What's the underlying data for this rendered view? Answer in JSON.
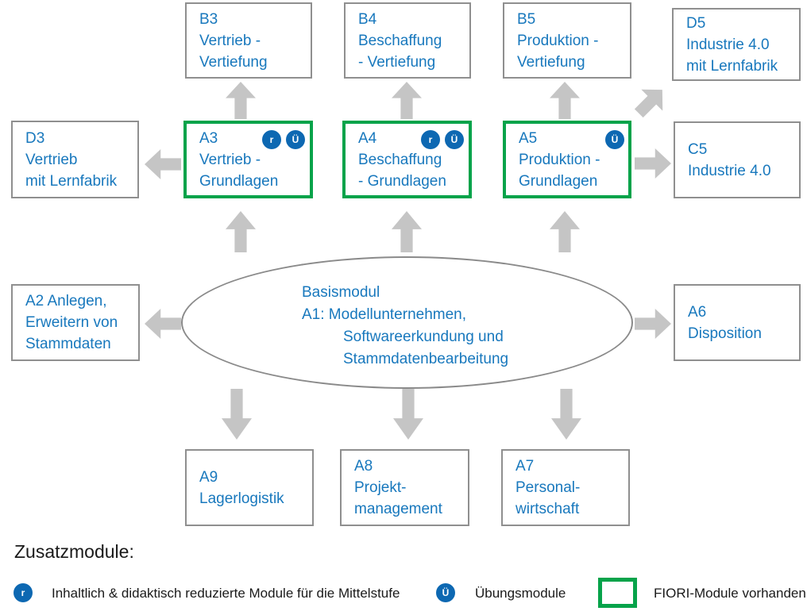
{
  "colors": {
    "module_text_blue": "#1878bd",
    "badge_blue": "#0d68b2",
    "fiori_green": "#07a34a",
    "box_border_gray": "#8f8f8f",
    "arrow_gray": "#c5c5c5",
    "legend_text_black": "#1a1a1a"
  },
  "modules": {
    "b3": {
      "lines": [
        "B3",
        "Vertrieb -",
        "Vertiefung"
      ]
    },
    "b4": {
      "lines": [
        "B4",
        "Beschaffung",
        "- Vertiefung"
      ]
    },
    "b5": {
      "lines": [
        "B5",
        "Produktion -",
        "Vertiefung"
      ]
    },
    "d5": {
      "lines": [
        "D5",
        "Industrie 4.0",
        "mit Lernfabrik"
      ]
    },
    "d3": {
      "lines": [
        "D3",
        "Vertrieb",
        "mit Lernfabrik"
      ]
    },
    "a3": {
      "lines": [
        "A3",
        "Vertrieb -",
        "Grundlagen"
      ],
      "badges": [
        "r",
        "Ü"
      ]
    },
    "a4": {
      "lines": [
        "A4",
        "Beschaffung",
        "- Grundlagen"
      ],
      "badges": [
        "r",
        "Ü"
      ]
    },
    "a5": {
      "lines": [
        "A5",
        "Produktion -",
        "Grundlagen"
      ],
      "badges": [
        "Ü"
      ]
    },
    "c5": {
      "lines": [
        "C5",
        "Industrie 4.0"
      ]
    },
    "a2": {
      "lines": [
        "A2 Anlegen,",
        "Erweitern von",
        "Stammdaten"
      ]
    },
    "a6": {
      "lines": [
        "A6",
        "Disposition"
      ]
    },
    "a9": {
      "lines": [
        "A9",
        "Lagerlogistik"
      ]
    },
    "a8": {
      "lines": [
        "A8",
        "Projekt-",
        "management"
      ]
    },
    "a7": {
      "lines": [
        "A7",
        "Personal-",
        "wirtschaft"
      ]
    }
  },
  "basismodul": {
    "lines": [
      "Basismodul",
      "A1: Modellunternehmen,",
      "Softwareerkundung und",
      "Stammdatenbearbeitung"
    ]
  },
  "legend": {
    "heading": "Zusatzmodule:",
    "items": [
      {
        "symbol": "r",
        "label": "Inhaltlich & didaktisch reduzierte Module für die Mittelstufe"
      },
      {
        "symbol": "Ü",
        "label": "Übungsmodule"
      },
      {
        "symbol": "green-box",
        "label": "FIORI-Module vorhanden"
      }
    ]
  }
}
